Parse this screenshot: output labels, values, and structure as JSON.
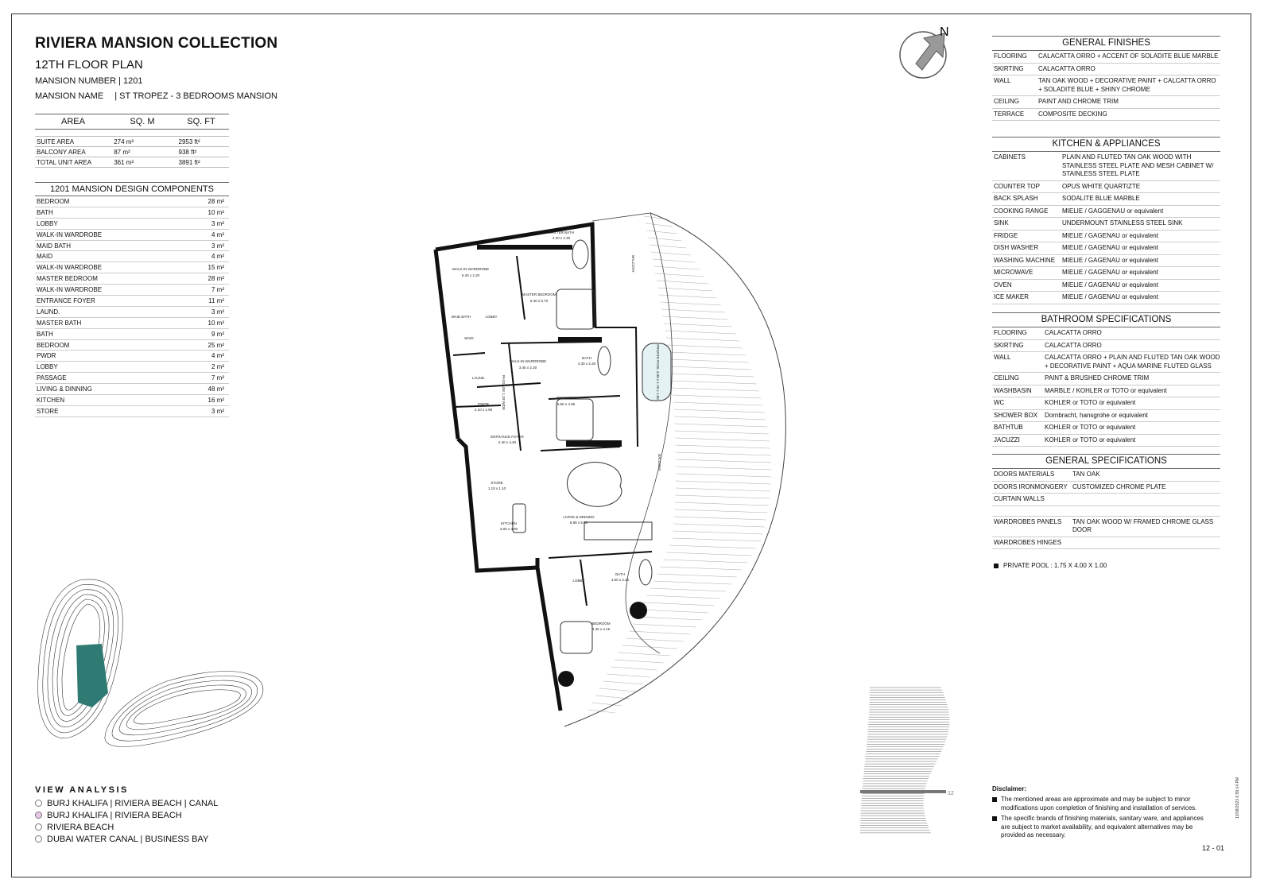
{
  "title": "RIVIERA MANSION COLLECTION",
  "subtitle": "12TH FLOOR PLAN",
  "mansion_number": "MANSION NUMBER | 1201",
  "mansion_name_label": "MANSION NAME",
  "mansion_name_value": "| ST TROPEZ - 3 BEDROOMS MANSION",
  "area_table": {
    "headers": [
      "AREA",
      "SQ. M",
      "SQ. FT"
    ],
    "rows": [
      {
        "name": "SUITE AREA",
        "sqm": "274 m²",
        "sqft": "2953 ft²"
      },
      {
        "name": "BALCONY AREA",
        "sqm": "87 m²",
        "sqft": "938 ft²"
      },
      {
        "name": "TOTAL UNIT AREA",
        "sqm": "361 m²",
        "sqft": "3891 ft²"
      }
    ]
  },
  "components": {
    "title": "1201 MANSION DESIGN COMPONENTS",
    "rows": [
      {
        "name": "BEDROOM",
        "area": "28 m²"
      },
      {
        "name": "BATH",
        "area": "10 m²"
      },
      {
        "name": "LOBBY",
        "area": "3 m²"
      },
      {
        "name": "WALK-IN WARDROBE",
        "area": "4 m²"
      },
      {
        "name": "MAID BATH",
        "area": "3 m²"
      },
      {
        "name": "MAID",
        "area": "4 m²"
      },
      {
        "name": "WALK-IN WARDROBE",
        "area": "15 m²"
      },
      {
        "name": "MASTER BEDROOM",
        "area": "28 m²"
      },
      {
        "name": "WALK-IN WARDROBE",
        "area": "7 m²"
      },
      {
        "name": "ENTRANCE FOYER",
        "area": "11 m²"
      },
      {
        "name": "LAUND.",
        "area": "3 m²"
      },
      {
        "name": "MASTER BATH",
        "area": "10 m²"
      },
      {
        "name": "BATH",
        "area": "9 m²"
      },
      {
        "name": "BEDROOM",
        "area": "25 m²"
      },
      {
        "name": "PWDR",
        "area": "4 m²"
      },
      {
        "name": "LOBBY",
        "area": "2 m²"
      },
      {
        "name": "PASSAGE",
        "area": "7 m²"
      },
      {
        "name": "LIVING & DINNING",
        "area": "48 m²"
      },
      {
        "name": "KITCHEN",
        "area": "16 m²"
      },
      {
        "name": "STORE",
        "area": "3 m²"
      }
    ]
  },
  "general_finishes": {
    "title": "GENERAL FINISHES",
    "rows": [
      {
        "k": "FLOORING",
        "v": "CALACATTA ORRO + ACCENT OF SOLADITE BLUE MARBLE"
      },
      {
        "k": "SKIRTING",
        "v": "CALACATTA ORRO"
      },
      {
        "k": "WALL",
        "v": "TAN OAK WOOD + DECORATIVE PAINT + CALCATTA ORRO + SOLADITE BLUE + SHINY CHROME"
      },
      {
        "k": "CEILING",
        "v": "PAINT AND CHROME TRIM"
      },
      {
        "k": "TERRACE",
        "v": "COMPOSITE DECKING"
      }
    ]
  },
  "kitchen": {
    "title": "KITCHEN & APPLIANCES",
    "rows": [
      {
        "k": "CABINETS",
        "v": "PLAIN AND FLUTED TAN OAK WOOD WITH STAINLESS STEEL PLATE AND MESH CABINET W/ STAINLESS STEEL PLATE"
      },
      {
        "k": "COUNTER TOP",
        "v": "OPUS WHITE QUARTIZTE"
      },
      {
        "k": "BACK SPLASH",
        "v": "SODALITE BLUE MARBLE"
      },
      {
        "k": "COOKING RANGE",
        "v": "MIELIE / GAGGENAU or equivalent"
      },
      {
        "k": "SINK",
        "v": "UNDERMOUNT STAINLESS STEEL SINK"
      },
      {
        "k": "FRIDGE",
        "v": "MIELIE / GAGENAU or equivalent"
      },
      {
        "k": "DISH WASHER",
        "v": "MIELIE / GAGENAU or equivalent"
      },
      {
        "k": "WASHING MACHINE",
        "v": "MIELIE / GAGENAU or equivalent"
      },
      {
        "k": "MICROWAVE",
        "v": "MIELIE / GAGENAU or equivalent"
      },
      {
        "k": "OVEN",
        "v": "MIELIE / GAGENAU or equivalent"
      },
      {
        "k": "ICE MAKER",
        "v": "MIELIE / GAGENAU or equivalent"
      }
    ]
  },
  "bathroom": {
    "title": "BATHROOM SPECIFICATIONS",
    "rows": [
      {
        "k": "FLOORING",
        "v": "CALACATTA ORRO"
      },
      {
        "k": "SKIRTING",
        "v": "CALACATTA ORRO"
      },
      {
        "k": "WALL",
        "v": "CALACATTA ORRO + PLAIN AND FLUTED TAN OAK WOOD + DECORATIVE PAINT + AQUA MARINE FLUTED GLASS"
      },
      {
        "k": "CEILING",
        "v": "PAINT & BRUSHED CHROME TRIM"
      },
      {
        "k": "WASHBASIN",
        "v": "MARBLE / KOHLER or TOTO or equivalent"
      },
      {
        "k": "WC",
        "v": "KOHLER or TOTO or equivalent"
      },
      {
        "k": "SHOWER BOX",
        "v": "Dornbracht, hansgrohe or equivalent"
      },
      {
        "k": "BATHTUB",
        "v": "KOHLER or TOTO or equivalent"
      },
      {
        "k": "JACUZZI",
        "v": "KOHLER or TOTO or equivalent"
      }
    ]
  },
  "general_specs": {
    "title": "GENERAL SPECIFICATIONS",
    "rows": [
      {
        "k": "DOORS MATERIALS",
        "v": "TAN OAK"
      },
      {
        "k": "DOORS IRONMONGERY",
        "v": "CUSTOMIZED CHROME PLATE"
      },
      {
        "k": "CURTAIN WALLS",
        "v": ""
      },
      {
        "k": "",
        "v": ""
      },
      {
        "k": "WARDROBES PANELS",
        "v": "TAN OAK WOOD W/ FRAMED CHROME GLASS DOOR"
      },
      {
        "k": "WARDROBES HINGES",
        "v": ""
      }
    ]
  },
  "private_pool": "PRIVATE POOL :  1.75 X 4.00 X 1.00",
  "disclaimer": {
    "heading": "Disclaimer:",
    "items": [
      "The mentioned areas are approximate and may be subject to minor modifications  upon completion of finishing and installation of services.",
      "The specific brands of finishing materials, sanitary ware, and appliances are subject to market availability, and equivalent alternatives may be provided as necessary."
    ]
  },
  "page_number": "12 - 01",
  "stamp": "13/08/2023 6:59:14 PM",
  "north_label": "N",
  "floor_marker": "12",
  "view_analysis": {
    "heading": "VIEW ANALYSIS",
    "items": [
      {
        "label": "BURJ KHALIFA | RIVIERA BEACH | CANAL",
        "color": "#ffffff"
      },
      {
        "label": "BURJ KHALIFA | RIVIERA BEACH",
        "color": "#e8c8e8"
      },
      {
        "label": "RIVIERA BEACH",
        "color": "#ffffff"
      },
      {
        "label": "DUBAI WATER CANAL | BUSINESS BAY",
        "color": "#ffffff"
      }
    ]
  },
  "plan_labels": {
    "walkin1": "WALK-IN WARDROBE",
    "walkin1_dim": "5.40 x 2.20",
    "master_bath": "MASTER BATH",
    "master_bath_dim": "4.30 x 2.30",
    "master_bedroom": "MASTER BEDROOM",
    "master_bedroom_dim": "5.40 x 5.70",
    "maid_bath": "MAID BATH",
    "lobby1": "LOBBY",
    "maid": "MAID",
    "walkin2": "WALK-IN WARDROBE",
    "walkin2_dim": "3.45 x 2.30",
    "bath1": "BATH",
    "bath1_dim": "4.30 x 2.30",
    "laund": "LAUND.",
    "passage": "PASSAGE 1.20 WIDE",
    "pwdr": "PWDR",
    "pwdr_dim": "2.10 x 1.95",
    "bedroom1": "BEDROOM",
    "bedroom1_dim": "5.60 x 4.05",
    "entrance": "ENTRANCE FOYER",
    "entrance_dim": "2.40 x 4.40",
    "store": "STORE",
    "store_dim": "1.10 x 1.10",
    "kitchen": "KITCHEN",
    "kitchen_dim": "3.00 x 4.80",
    "living": "LIVING & DINNING",
    "living_dim": "8.85 x 6.50",
    "lobby2": "LOBBY",
    "bath2": "BATH",
    "bath2_dim": "4.50 x 2.25",
    "bedroom2": "BEDROOM",
    "bedroom2_dim": "3.45 x 4.15",
    "balcony_top": "BALCONY",
    "balcony_side": "BALCONY",
    "pool": "PRIVATE POOL 4.00 x 1.75 x 1.00"
  },
  "colors": {
    "accent_teal": "#2f7a72",
    "pool": "#e4f2f4",
    "wall": "#111111"
  }
}
